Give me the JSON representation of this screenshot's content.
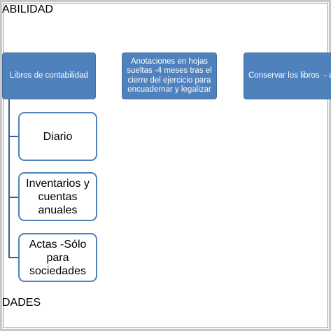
{
  "diagram": {
    "top_title": "ABILIDAD",
    "bottom_title": "DADES",
    "top_row": {
      "libros": "Libros de contabilidad",
      "anotaciones": "Anotaciones en hojas sueltas -4 meses tras el cierre del ejercicio para encuadernar y legalizar",
      "conservar": "Conservar los libros  - años"
    },
    "children": {
      "diario": "Diario",
      "inventarios": "Inventarios y cuentas anuales",
      "actas": "Actas  -Sólo para sociedades"
    },
    "colors": {
      "box_fill": "#4f81bd",
      "box_border": "#4f81bd",
      "connector": "#3f5f8a"
    }
  }
}
